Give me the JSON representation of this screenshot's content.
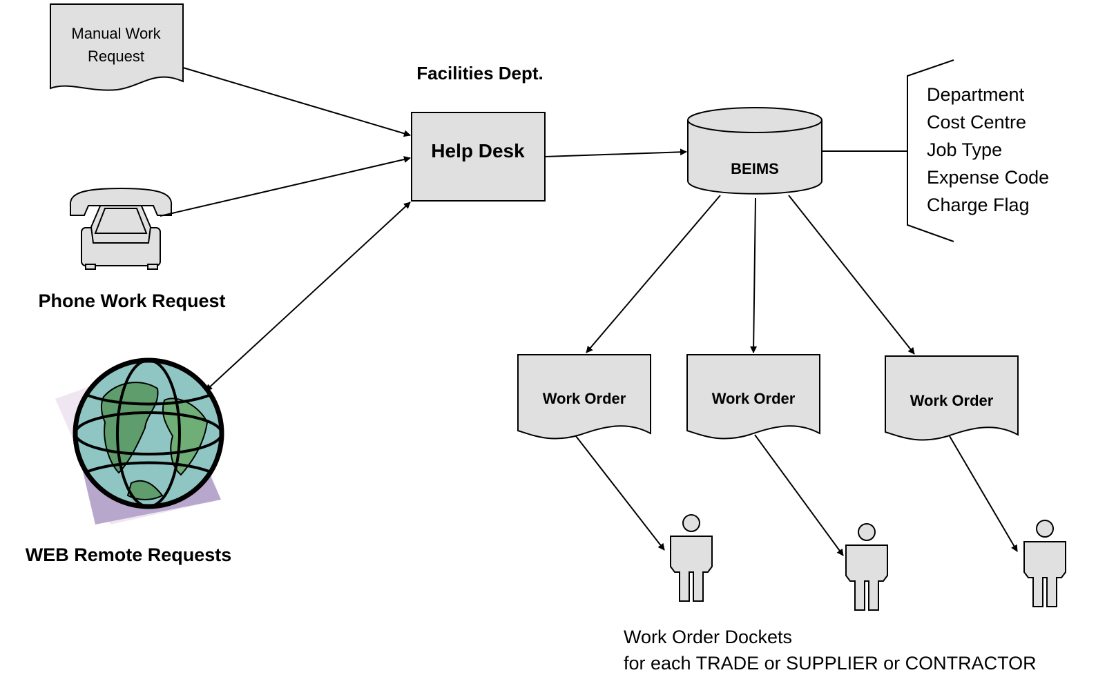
{
  "labels": {
    "manual_request_line1": "Manual Work",
    "manual_request_line2": "Request",
    "facilities_dept": "Facilities Dept.",
    "help_desk": "Help Desk",
    "beims": "BEIMS",
    "phone_request": "Phone Work Request",
    "web_requests": "WEB Remote Requests",
    "work_order_1": "Work Order",
    "work_order_2": "Work Order",
    "work_order_3": "Work Order",
    "dockets_line1": "Work Order Dockets",
    "dockets_line2": "for each TRADE or SUPPLIER or CONTRACTOR"
  },
  "beims_fields": [
    "Department",
    "Cost Centre",
    "Job Type",
    "Expense Code",
    "Charge Flag"
  ],
  "colors": {
    "shape_fill": "#e0e0e0",
    "stroke": "#000000",
    "globe_water": "#8fc6c4",
    "globe_land": "#5f9d6c",
    "globe_backdrop": "#b7a7cc"
  },
  "icons": [
    "document-icon",
    "telephone-icon",
    "globe-icon",
    "database-icon",
    "person-icon"
  ]
}
